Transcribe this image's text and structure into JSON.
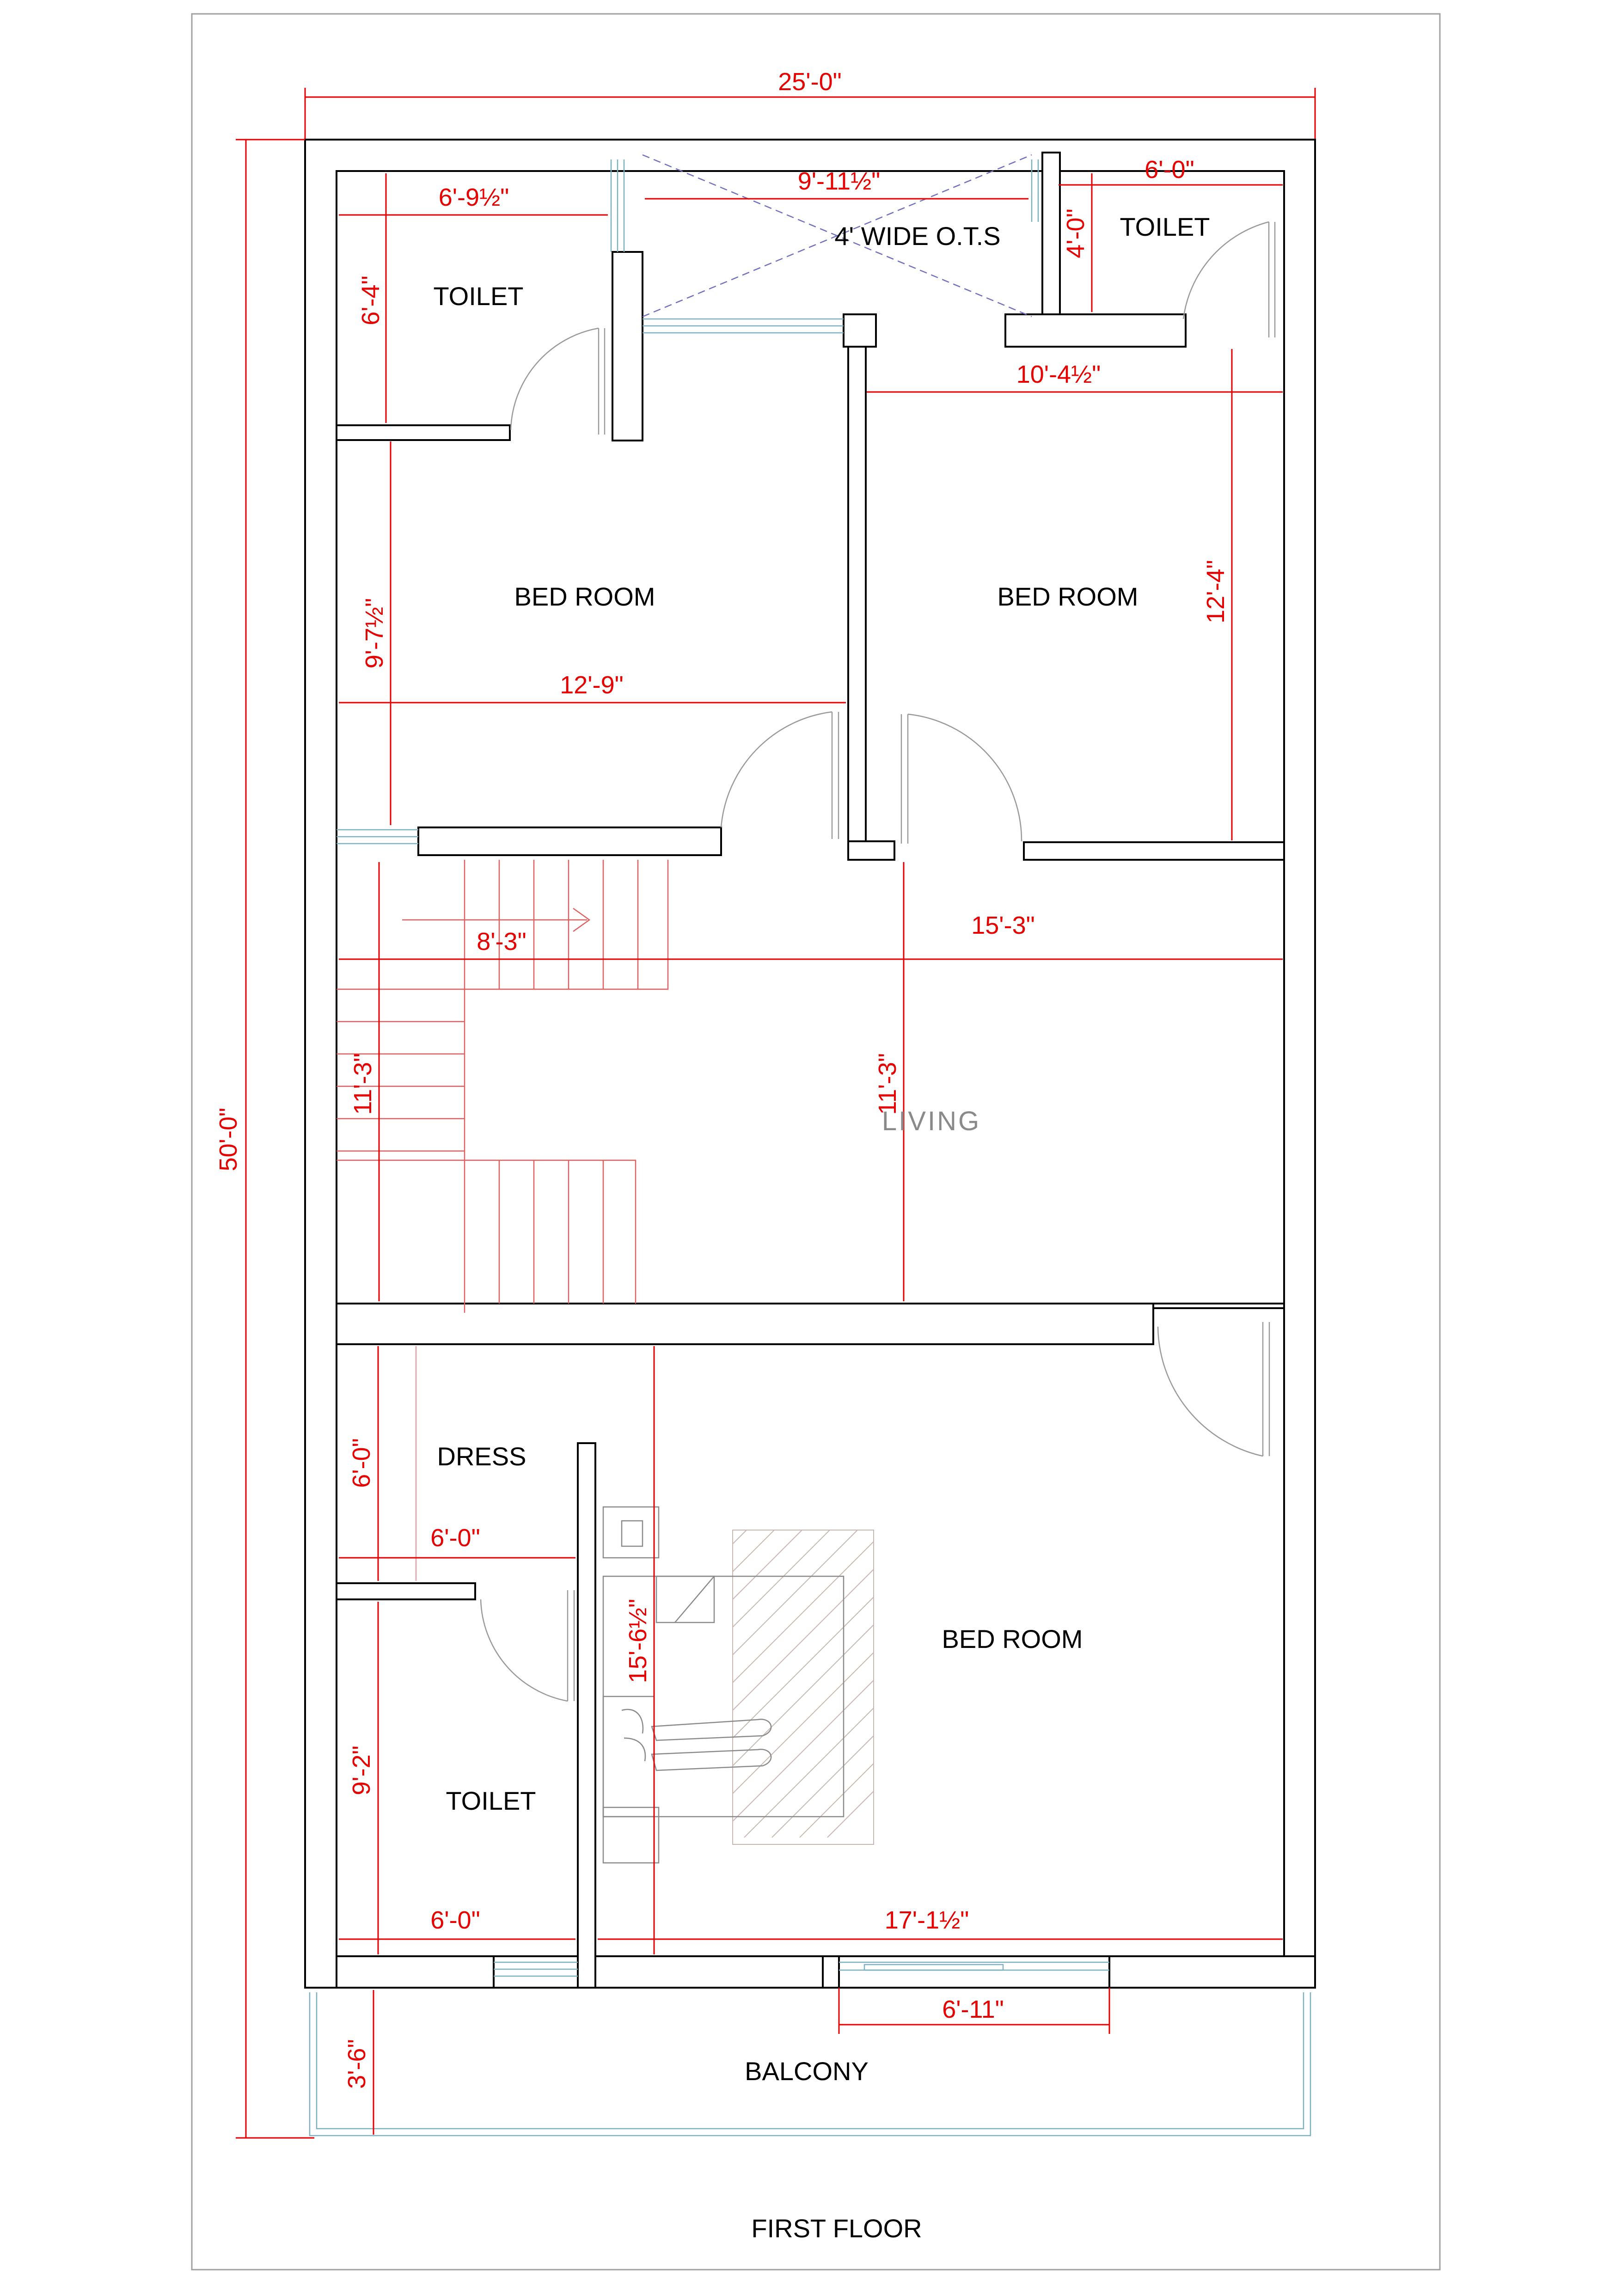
{
  "drawing": {
    "caption": "FIRST FLOOR"
  },
  "rooms": {
    "toilet_top_left": "TOILET",
    "ots": "4' WIDE O.T.S",
    "toilet_top_right": "TOILET",
    "bedroom_left": "BED ROOM",
    "bedroom_right": "BED ROOM",
    "living": "LIVING",
    "dress": "DRESS",
    "bedroom_master": "BED ROOM",
    "toilet_bottom": "TOILET",
    "balcony": "BALCONY"
  },
  "dimensions": {
    "overall_width": "25'-0\"",
    "overall_depth": "50'-0\"",
    "toilet_tl_width": "6'-9½\"",
    "toilet_tl_depth": "6'-4\"",
    "ots_width": "9'-11½\"",
    "toilet_tr_width": "6'-0\"",
    "toilet_tr_depth": "4'-0\"",
    "bedroom_right_width": "10'-4½\"",
    "bedroom_right_depth": "12'-4\"",
    "bedroom_left_depth": "9'-7½\"",
    "bedroom_left_width": "12'-9\"",
    "stair_width": "8'-3\"",
    "living_width": "15'-3\"",
    "living_depth": "11'-3\"",
    "stair_depth": "11'-3\"",
    "dress_depth": "6'-0\"",
    "dress_width": "6'-0\"",
    "master_depth": "15'-6½\"",
    "toilet_b_depth": "9'-2\"",
    "toilet_b_width": "6'-0\"",
    "master_width": "17'-1½\"",
    "balcony_opening": "6'-11\"",
    "balcony_depth": "3'-6\""
  }
}
